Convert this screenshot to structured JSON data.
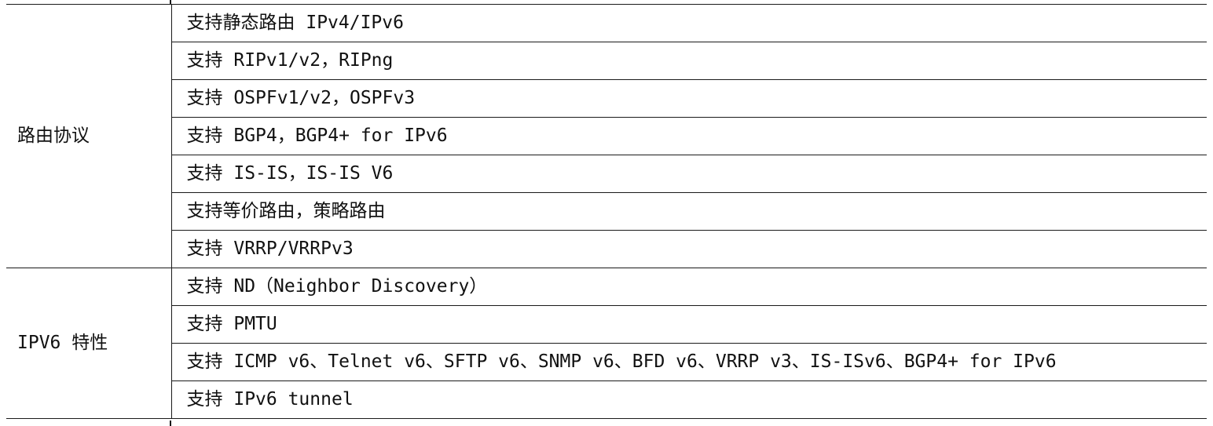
{
  "table": {
    "groups": [
      {
        "category": "路由协议",
        "features": [
          "支持静态路由 IPv4/IPv6",
          "支持 RIPv1/v2，RIPng",
          "支持 OSPFv1/v2，OSPFv3",
          "支持 BGP4，BGP4+ for IPv6",
          "支持 IS-IS，IS-IS V6",
          "支持等价路由，策略路由",
          "支持 VRRP/VRRPv3"
        ]
      },
      {
        "category": "IPV6 特性",
        "features": [
          "支持 ND（Neighbor Discovery）",
          "支持 PMTU",
          "支持 ICMP v6、Telnet v6、SFTP v6、SNMP v6、BFD v6、VRRP v3、IS-ISv6、BGP4+ for IPv6",
          "支持 IPv6 tunnel"
        ]
      }
    ]
  }
}
